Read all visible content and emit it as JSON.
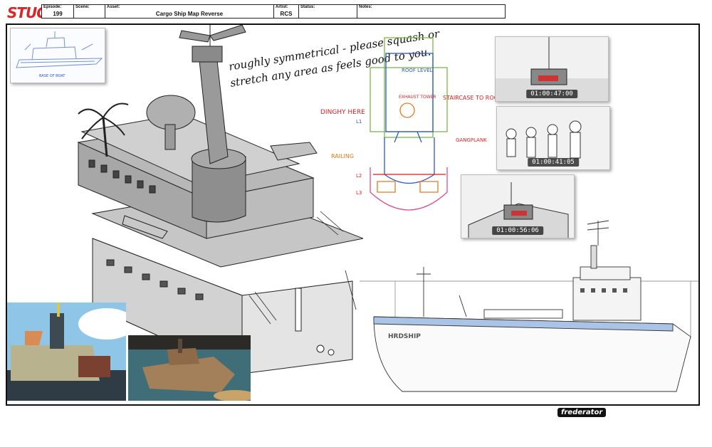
{
  "logo": {
    "text": "STUGO",
    "color": "#d9262b"
  },
  "header": {
    "episode": {
      "label": "Episode:",
      "value": "199"
    },
    "scene": {
      "label": "Scene:",
      "value": ""
    },
    "asset": {
      "label": "Asset:",
      "value": "Cargo Ship Map Reverse"
    },
    "artist": {
      "label": "Artist:",
      "value": "RCS"
    },
    "status": {
      "label": "Status:",
      "value": ""
    },
    "notes": {
      "label": "Notes:",
      "value": ""
    }
  },
  "sketch_caption": "BASE OF BOAT",
  "note": {
    "line1": "roughly symmetrical - please squash or",
    "line2": "stretch any area as feels good to you."
  },
  "plan_labels": {
    "roof_level": "ROOF LEVEL",
    "exhaust_tower": "EXHAUST TOWER",
    "dinghy": "DINGHY HERE",
    "staircase": "STAIRCASE TO ROOF",
    "gangplank": "GANGPLANK",
    "railing": "RAILING",
    "l1": "L1",
    "l2": "L2",
    "l3": "L3"
  },
  "timecodes": {
    "t1": "01:00:47:00",
    "t2": "01:00:41:05",
    "t3": "01:00:56:06"
  },
  "ship_hull_text": "HRDSHIP",
  "colors": {
    "plan_blue": "#2d58c8",
    "plan_green": "#7ab648",
    "plan_red": "#d22222",
    "plan_orange": "#e77a18",
    "plan_pink": "#e24b8a",
    "deck_blue": "#a9c4e6"
  },
  "brand": "frederator"
}
